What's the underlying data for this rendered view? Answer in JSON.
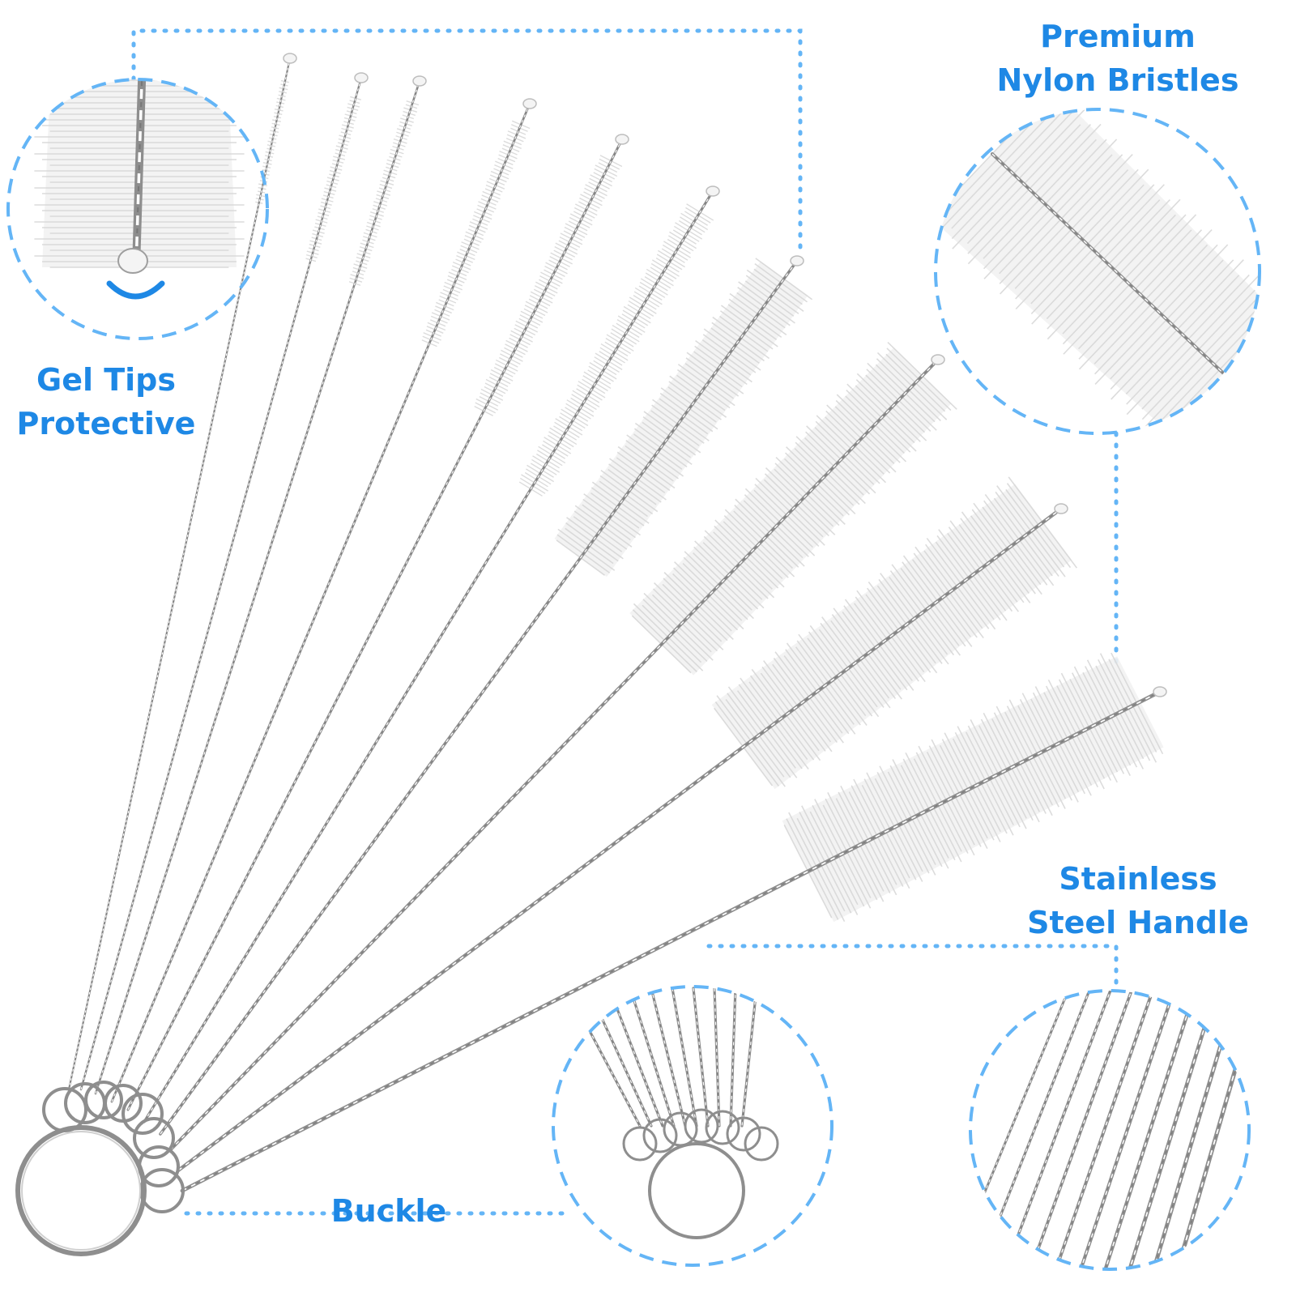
{
  "theme": {
    "accent": "#1E88E5",
    "dotted_line": "#64B5F6",
    "wire": "#8E8E8E",
    "wire_dark": "#6E6E6E",
    "bristle": "#D6D6D6",
    "tip": "#F4F4F4"
  },
  "labels": {
    "gel_tips": {
      "line1": "Gel Tips",
      "line2": "Protective"
    },
    "nylon_bristles": {
      "line1": "Premium",
      "line2": "Nylon Bristles"
    },
    "steel_handle": {
      "line1": "Stainless",
      "line2": "Steel Handle"
    },
    "buckle": {
      "line1": "Buckle"
    }
  },
  "product": {
    "brush_count": 10
  }
}
